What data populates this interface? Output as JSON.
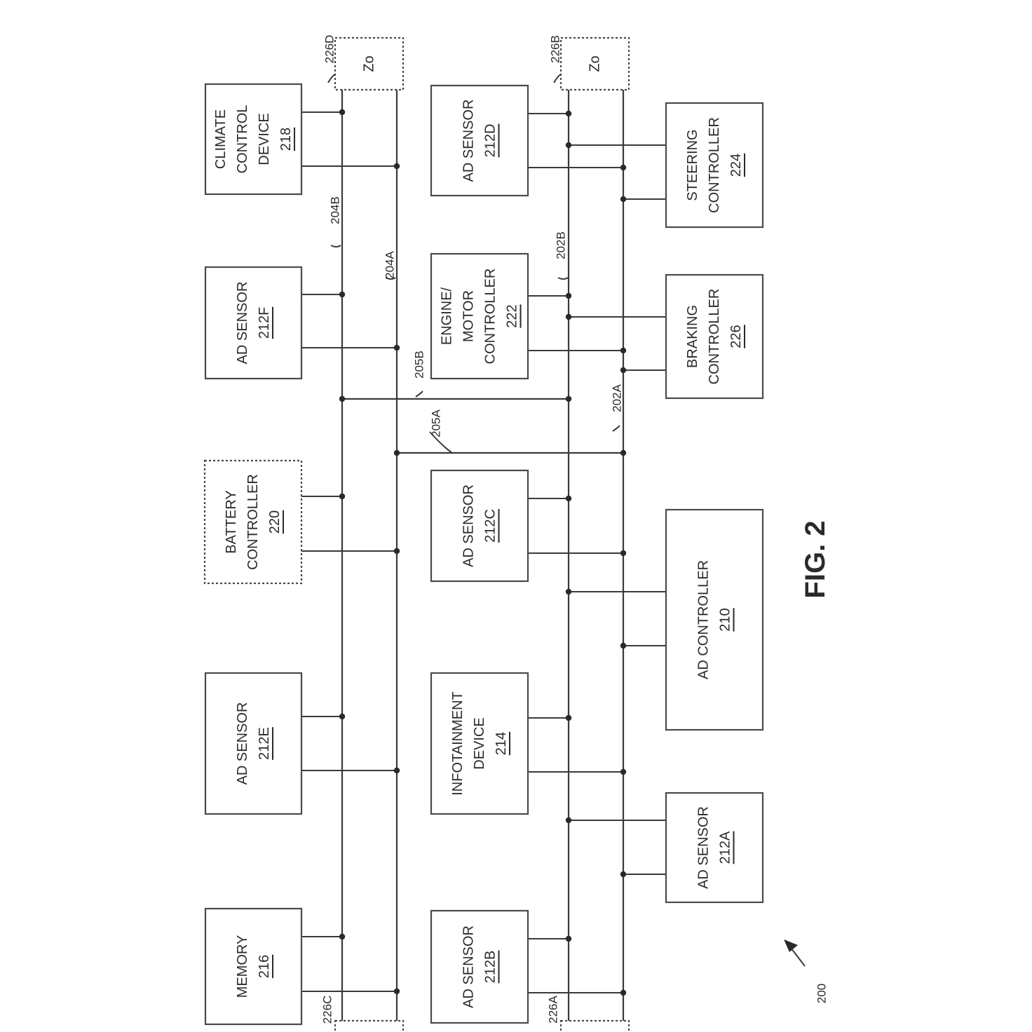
{
  "figure": {
    "title": "FIG. 2",
    "system_ref": "200"
  },
  "boxes": [
    {
      "id": "memory",
      "lines": [
        "MEMORY"
      ],
      "ref": "216",
      "style": "solid"
    },
    {
      "id": "ad-sensor-212e",
      "lines": [
        "AD SENSOR"
      ],
      "ref": "212E",
      "style": "solid"
    },
    {
      "id": "battery-controller",
      "lines": [
        "BATTERY",
        "CONTROLLER"
      ],
      "ref": "220",
      "style": "dashed"
    },
    {
      "id": "ad-sensor-212f",
      "lines": [
        "AD SENSOR"
      ],
      "ref": "212F",
      "style": "solid"
    },
    {
      "id": "climate-control-device",
      "lines": [
        "CLIMATE",
        "CONTROL",
        "DEVICE"
      ],
      "ref": "218",
      "style": "solid"
    },
    {
      "id": "ad-sensor-212b",
      "lines": [
        "AD SENSOR"
      ],
      "ref": "212B",
      "style": "solid"
    },
    {
      "id": "infotainment-device",
      "lines": [
        "INFOTAINMENT",
        "DEVICE"
      ],
      "ref": "214",
      "style": "solid"
    },
    {
      "id": "ad-sensor-212c",
      "lines": [
        "AD SENSOR"
      ],
      "ref": "212C",
      "style": "solid"
    },
    {
      "id": "engine-motor-controller",
      "lines": [
        "ENGINE/",
        "MOTOR",
        "CONTROLLER"
      ],
      "ref": "222",
      "style": "solid"
    },
    {
      "id": "ad-sensor-212d",
      "lines": [
        "AD SENSOR"
      ],
      "ref": "212D",
      "style": "solid"
    },
    {
      "id": "ad-sensor-212a",
      "lines": [
        "AD SENSOR"
      ],
      "ref": "212A",
      "style": "solid"
    },
    {
      "id": "ad-controller",
      "lines": [
        "AD CONTROLLER"
      ],
      "ref": "210",
      "style": "solid"
    },
    {
      "id": "braking-controller",
      "lines": [
        "BRAKING",
        "CONTROLLER"
      ],
      "ref": "226",
      "style": "solid"
    },
    {
      "id": "steering-controller",
      "lines": [
        "STEERING",
        "CONTROLLER"
      ],
      "ref": "224",
      "style": "solid"
    },
    {
      "id": "terminator-226d",
      "lines": [
        "Zo"
      ],
      "ref": "",
      "style": "dashed"
    },
    {
      "id": "terminator-226b",
      "lines": [
        "Zo"
      ],
      "ref": "",
      "style": "dashed"
    },
    {
      "id": "terminator-226c",
      "lines": [],
      "ref": "",
      "style": "dashed"
    },
    {
      "id": "terminator-226a",
      "lines": [],
      "ref": "",
      "style": "dashed"
    }
  ],
  "callouts": [
    {
      "id": "226D",
      "text": "226D"
    },
    {
      "id": "226B",
      "text": "226B"
    },
    {
      "id": "226C",
      "text": "226C"
    },
    {
      "id": "226A",
      "text": "226A"
    },
    {
      "id": "204B",
      "text": "204B"
    },
    {
      "id": "204A",
      "text": "204A"
    },
    {
      "id": "205B",
      "text": "205B"
    },
    {
      "id": "205A",
      "text": "205A"
    },
    {
      "id": "202B",
      "text": "202B"
    },
    {
      "id": "202A",
      "text": "202A"
    }
  ]
}
